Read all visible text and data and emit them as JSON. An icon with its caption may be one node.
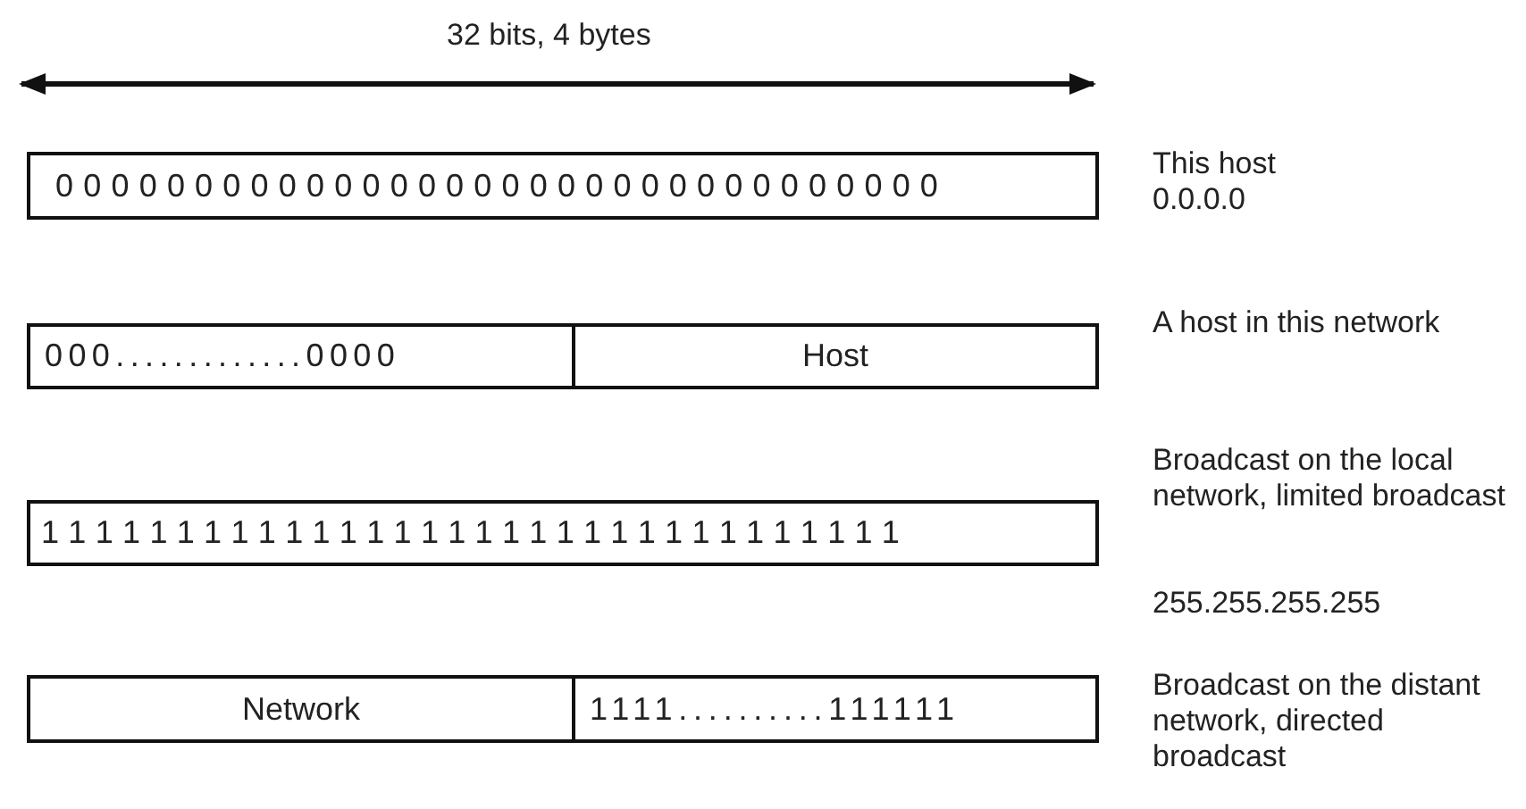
{
  "diagram": {
    "nodes": [
      {
        "text": [
          "00000000000000000000000000000000"
        ]
      },
      {
        "text": [
          "000.............0000"
        ]
      },
      {
        "text": [
          "Host"
        ]
      },
      {
        "text": [
          "11111111111111111111111111111111"
        ]
      },
      {
        "text": [
          "Network"
        ]
      },
      {
        "text": [
          "1111..........111111"
        ]
      }
    ],
    "edges": [],
    "labels": [
      "32 bits, 4 bytes",
      "This host",
      "0.0.0.0",
      "A host in this network",
      "Broadcast on the local network, limited broadcast",
      "255.255.255.255",
      "Broadcast on the distant network, directed broadcast"
    ]
  }
}
